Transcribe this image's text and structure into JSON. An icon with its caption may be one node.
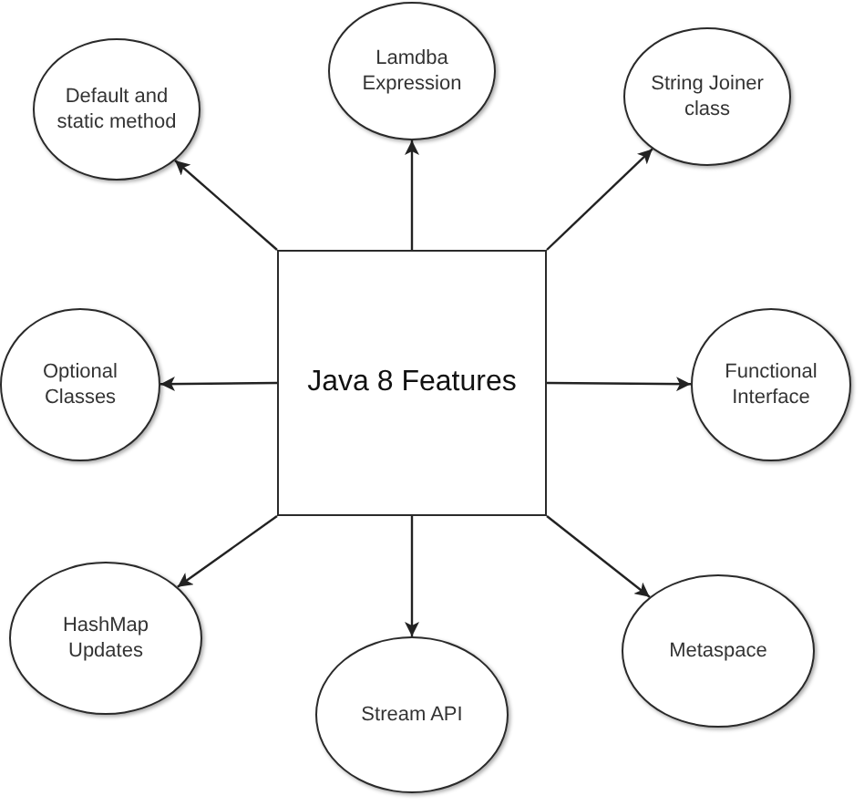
{
  "diagram": {
    "nodes": [
      {
        "text": [
          "Java 8 Features"
        ]
      },
      {
        "text": [
          "Lamdba Expression"
        ]
      },
      {
        "text": [
          "String Joiner class"
        ]
      },
      {
        "text": [
          "Default and static method"
        ]
      },
      {
        "text": [
          "Optional Classes"
        ]
      },
      {
        "text": [
          "Functional Interface"
        ]
      },
      {
        "text": [
          "HashMap Updates"
        ]
      },
      {
        "text": [
          "Metaspace"
        ]
      },
      {
        "text": [
          "Stream API"
        ]
      }
    ],
    "edges": [
      {
        "from": 0,
        "to": 1,
        "arrow": "to"
      },
      {
        "from": 0,
        "to": 2,
        "arrow": "to"
      },
      {
        "from": 0,
        "to": 3,
        "arrow": "to"
      },
      {
        "from": 0,
        "to": 4,
        "arrow": "to"
      },
      {
        "from": 0,
        "to": 5,
        "arrow": "to"
      },
      {
        "from": 0,
        "to": 6,
        "arrow": "to"
      },
      {
        "from": 0,
        "to": 7,
        "arrow": "to"
      },
      {
        "from": 0,
        "to": 8,
        "arrow": "to"
      }
    ]
  }
}
